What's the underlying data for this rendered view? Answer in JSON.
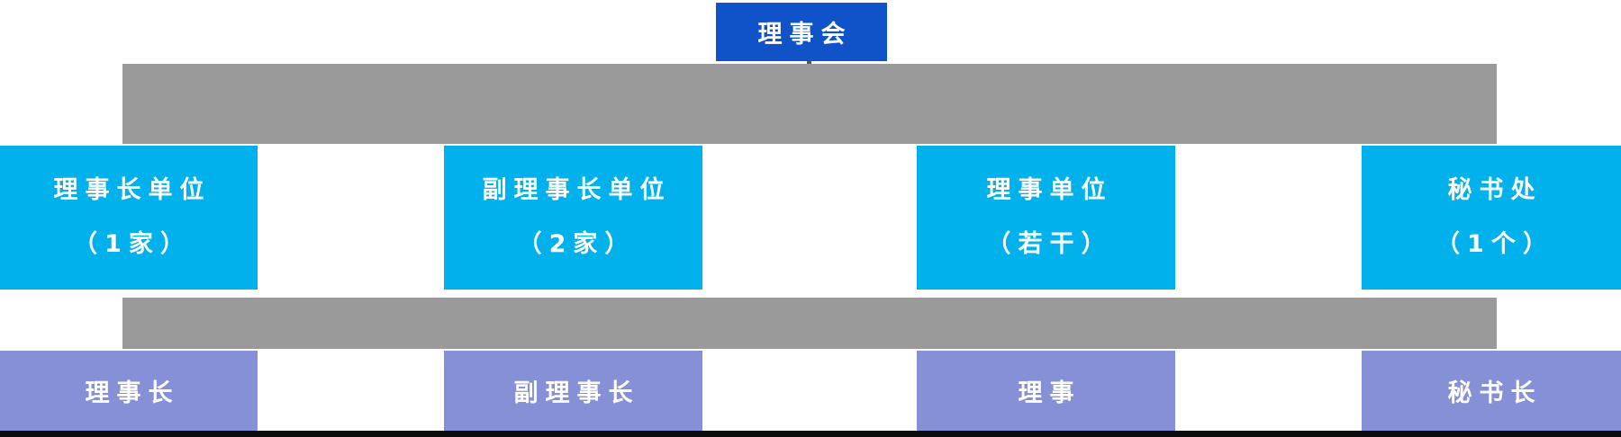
{
  "board": {
    "label": "理事会"
  },
  "units": [
    {
      "name": "理事长单位",
      "count": "（1家）"
    },
    {
      "name": "副理事长单位",
      "count": "（2家）"
    },
    {
      "name": "理事单位",
      "count": "（若干）"
    },
    {
      "name": "秘书处",
      "count": "（1个）"
    }
  ],
  "roles": [
    {
      "name": "理事长"
    },
    {
      "name": "副理事长"
    },
    {
      "name": "理事"
    },
    {
      "name": "秘书长"
    }
  ],
  "colors": {
    "board_blue": "#1053C8",
    "unit_cyan": "#00B1EB",
    "role_purple": "#8590D6",
    "connector_gray": "#9A9A9A",
    "baseline_black": "#0C0C0C",
    "text_white": "#FFFFFF"
  }
}
